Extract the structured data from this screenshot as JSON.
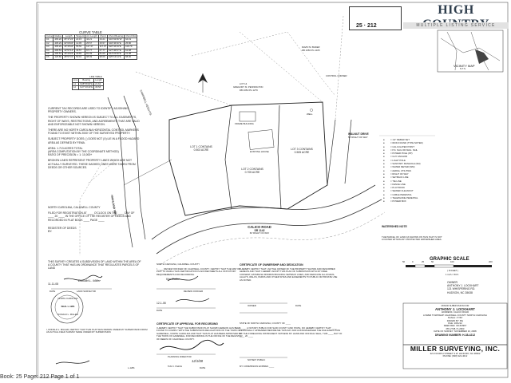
{
  "logo": {
    "title": "HIGH COUNTRY",
    "subtitle": "MULTIPLE LISTING SERVICE"
  },
  "footer": {
    "text": "Book: 25 Page: 212 Page 1 of 1"
  },
  "stamp": {
    "book_page": "25 · 212"
  },
  "curve_table": {
    "title": "CURVE TABLE",
    "headers": [
      "Curve",
      "Radius",
      "Length",
      "Tangent",
      "Arc Length",
      "Chord",
      "Chord Bearing",
      "Chord Dist"
    ],
    "rows": [
      [
        "C1",
        "465.20",
        "05°37'22\"",
        "22.15",
        "44.21",
        "44.21",
        "S01°02'06\"W",
        "64.19"
      ],
      [
        "C2",
        "405.29",
        "02°09'34\"",
        "12.95",
        "25.57",
        "25.57",
        "S04°46'30\"E",
        "25.86"
      ],
      [
        "C3",
        "405.29",
        "16°35'34\"",
        "55.50",
        "117.37",
        "117.37",
        "S22°44'19\"E",
        "116.79"
      ],
      [
        "C4",
        "295.53",
        "12°57'12\"",
        "33.57",
        "67.77",
        "67.77",
        "S27°46'57\"E",
        "61.68"
      ],
      [
        "C5",
        "295.53",
        "15°43'24\"",
        "40.82",
        "81.09",
        "81.09",
        "S14°22'00\"E",
        "21.08"
      ],
      [
        "C6",
        "125.86",
        "28°57'31\"",
        "50.91",
        "98.09",
        "98.09",
        "S25°13'14\"E",
        "58.00"
      ]
    ]
  },
  "line_table": {
    "title": "LINE TABLE",
    "headers": [
      "Line",
      "Bearing",
      "Length"
    ],
    "rows": [
      [
        "L1",
        "S38°56'00\"E",
        "21.62"
      ],
      [
        "L2",
        "N27°29'40\"E",
        "38.58"
      ]
    ]
  },
  "notes": {
    "certification": "CURRENT TAX RECORDS ARE USED TO IDENTIFY ADJOINING PROPERTY OWNERS.",
    "subject": "THE PROPERTY SHOWN HEREON IS SUBJECT TO ALL EASEMENTS, RIGHT OF WAYS, RESTRICTIONS, AND AGREEMENTS THAT ARE VALID AND ENFORCEABLE NOT SHOWN HEREON.",
    "control": "THERE ARE NO NORTH CAROLINA HORIZONTAL CONTROL MARKERS FOUND TO EXIST WITHIN 2000' OF THE SURVEYED PROPERTY.",
    "flood": "SUBJECT PROPERTY DOES ( ) DOES NOT (X) LIE IN A FLOOD HAZARD AREA AS DEFINED BY FEMA.",
    "area": "AREA: 1.713 ACRES TOTAL",
    "area_method": "(AREA COMPUTATION BY THE COORDINATE METHOD)",
    "precision": "RATIO OF PRECISION = 1: 10,000+",
    "broken": "BROKEN LINES REPRESENT PROPERTY LINES WHICH ARE NOT ACTUALLY SURVEYED. THESE DASHED LINES WERE TAKEN FROM DEEDS OR OTHER SOURCES."
  },
  "recording": {
    "state": "NORTH CAROLINA, CALDWELL COUNTY",
    "filed": "FILED FOR REGISTRATION AT ____ O'CLOCK ON THE ____ DAY OF ____ 20 ____ IN THE OFFICE OF THE REGISTER OF DEEDS AND RECORDED IN PLAT BOOK ____ PAGE ____",
    "register": "REGISTER OF DEEDS",
    "by": "BY:"
  },
  "subdivision_statement": "THIS SURVEY CREATES A SUBDIVISION OF LAND WITHIN THE AREA OF A COUNTY THAT HAS AN ORDINANCE THAT REGULATES PARCELS OF LAND",
  "surveyor_block": {
    "date_label": "DATE",
    "land_surveyor": "LAND SURVEYOR",
    "date_value": "11-11-08",
    "sign_name": "Donald L. Miller",
    "seal_top": "NORTH CAROLINA",
    "seal_mid": "SEAL L-1281",
    "seal_bottom": "DONALD L. MILLER",
    "cert_text": "I, DONALD L. MILLER, CERTIFY THAT THIS PLAT WAS DRAWN UNDER MY SUPERVISION FROM AN ACTUAL FIELD SURVEY MADE UNDER MY SUPERVISION",
    "reg_number": "L-1281"
  },
  "review_officer": {
    "county": "NORTH CAROLINA, CALDWELL COUNTY",
    "text": "I, ____ REVIEW OFFICER OF CALDWELL COUNTY, CERTIFY THAT THE MAP OR PLAT TO WHICH THIS CERTIFICATION IS AFFIXED MEETS ALL STATUTORY REQUIREMENTS FOR RECORDING.",
    "review_label": "REVIEW OFFICER",
    "date_label": "DATE",
    "date_value": "12-1-08",
    "sign": "Kim Clatter"
  },
  "approval": {
    "title": "CERTIFICATE OF APPROVAL FOR RECORDING",
    "text": "I HEREBY CERTIFY THAT THE SUBDIVISION PLAT SHOWN HEREON HAS BEEN FOUND TO COMPLY WITH THE SUBDIVISION REGULATIONS OF THE TOWN OF GAMEWELL, NORTH CAROLINA AND THAT THIS PLAT HAS BEEN APPROVED BY THE TOWN OF GAMEWELL FOR RECORDING IN THE OFFICE OF THE REGISTER OF DEEDS OF CALDWELL COUNTY.",
    "sign": "Tobi C. Patrick",
    "date_value": "12/1/08",
    "planning_label": "PLANNING DIRECTOR",
    "date_label": "DATE"
  },
  "ownership": {
    "title": "CERTIFICATE OF OWNERSHIP AND DEDICATION",
    "text": "I HEREBY CERTIFY THAT I AM THE OWNER OF THE PROPERTY SHOWN AND DESCRIBED HEREON AND THAT I HEREBY ADOPT THIS PLAN OF SUBDIVISION WITH MY FREE CONSENT, ESTABLISH MINIMUM BUILDING SETBACK LINES, AND DEDICATE ALL ROADS, ALLEYS, WALKS, PARKS AND OTHER SITES AND EASEMENTS TO PUBLIC OR PRIVATE USE AS NOTED.",
    "owner_label": "OWNER",
    "date_label": "DATE"
  },
  "notary": {
    "state": "STATE OF NORTH CAROLINA, COUNTY OF ____",
    "text": "I, ____ A NOTARY PUBLIC FOR SAID COUNTY AND STATE, DO HEREBY CERTIFY THAT ____ PERSONALLY APPEARED BEFORE ME THIS DAY AND ACKNOWLEDGED THE DUE EXECUTION OF THE FOREGOING INSTRUMENT. WITNESS MY HAND AND OFFICIAL SEAL, THIS ____ DAY OF ____ 20 ____",
    "notary_label": "NOTARY PUBLIC",
    "expires": "MY COMMISSION EXPIRES ____"
  },
  "map": {
    "lot1": {
      "name": "LOT 1 CONTAINS",
      "area": "0.503 ACRE"
    },
    "lot2": {
      "name": "LOT 2 CONTAINS",
      "area": "0.705 ACRE"
    },
    "lot3": {
      "name": "LOT 3 CONTAINS",
      "area": "0.505 ACRE"
    },
    "road_main": "CALICO ROAD",
    "road_main_sub": "SR 1142",
    "road_main_row": "60' RIGHT OF WAY",
    "road_left": "HIGHLAND WAY",
    "road_left2": "CAMPBELL HEIGHTS",
    "walnut": "WALNUT DRIVE",
    "walnut_row": "50' RIGHT OF WAY",
    "control_corner": "CONTROL CORNER",
    "frame_building": "FRAME BUILDING",
    "well": "WELL",
    "existing_house": "EXISTING HOUSE",
    "lot_label_top": "LOT 14",
    "owner_top": "GREGORY M. PENNINGTON",
    "deed_top": "DB 1054 PG 1279",
    "adj_top": "DAVID M. BAKER",
    "adj_top_deed": "DB 1050 PG 1165"
  },
  "legend": {
    "items": [
      "1/2\" REBAR SET",
      "IRON FOUND (TYPE NOTED)",
      "CALCULATED POINT",
      "P.K. NAIL OR MAG. NAIL",
      "POWER POLE (PP)",
      "GUY ANCHOR",
      "LIGHT POLE",
      "SANITARY MANHOLE (SM)",
      "WATER METER (WM)",
      "AERIAL UTILITIES",
      "RIGHT OF WAY",
      "SETBACK LINE",
      "TIE LINE",
      "FENCE LINE",
      "PLAT BOOK",
      "SEWER CLEANOUT",
      "CABLE PEDESTAL",
      "TELEPHONE PEDESTAL",
      "POWER BOX"
    ]
  },
  "watershed": {
    "title": "WATERSHED NOTE",
    "text": "THE PARCEL OF LAND AS SHOWN ON THIS PLAT IS NOT LOCATED WITHIN ANY PROTECTED WATERSHED AREA."
  },
  "vicinity": {
    "title": "VICINITY MAP",
    "nts": "N.T.S."
  },
  "graphic_scale": {
    "title": "GRAPHIC SCALE",
    "ticks": [
      "50",
      "0",
      "25",
      "50",
      "100",
      "200"
    ],
    "unit": "( IN FEET )",
    "ratio": "1 inch = 50 ft."
  },
  "owner_info": {
    "label": "OWNER",
    "name": "ANTHONY J. LOCKHART",
    "address": "121 WHISPERING RD.",
    "city": "HUDSON, NC 28638"
  },
  "title_block": {
    "header": "MINOR SUBDIVISION FOR",
    "name": "ANTHONY J. LOCKHART",
    "address": "ADDRESS: CALICO ROAD",
    "township": "LOWER TOWNSHIP   CALDWELL COUNTY   NORTH CAROLINA",
    "scale": "SCALE: 1\"=50'",
    "date": "DRAWN BY: BG",
    "plotted": "FILE: 108-212",
    "ref": "DEED REF. 1616/0967",
    "pin": "PIN 2738-71-2963",
    "survey_date": "DATE OF SURVEY: NOVEMBER 10, 2008",
    "drawing": "DRAWING NUMBER: H-38-4212"
  },
  "company": {
    "name": "MILLER SURVEYING, INC.",
    "address": "321 FOURTH STREET S.W.  HICKORY, NC  28602",
    "phone": "PHONE: (828) 322-4012"
  }
}
